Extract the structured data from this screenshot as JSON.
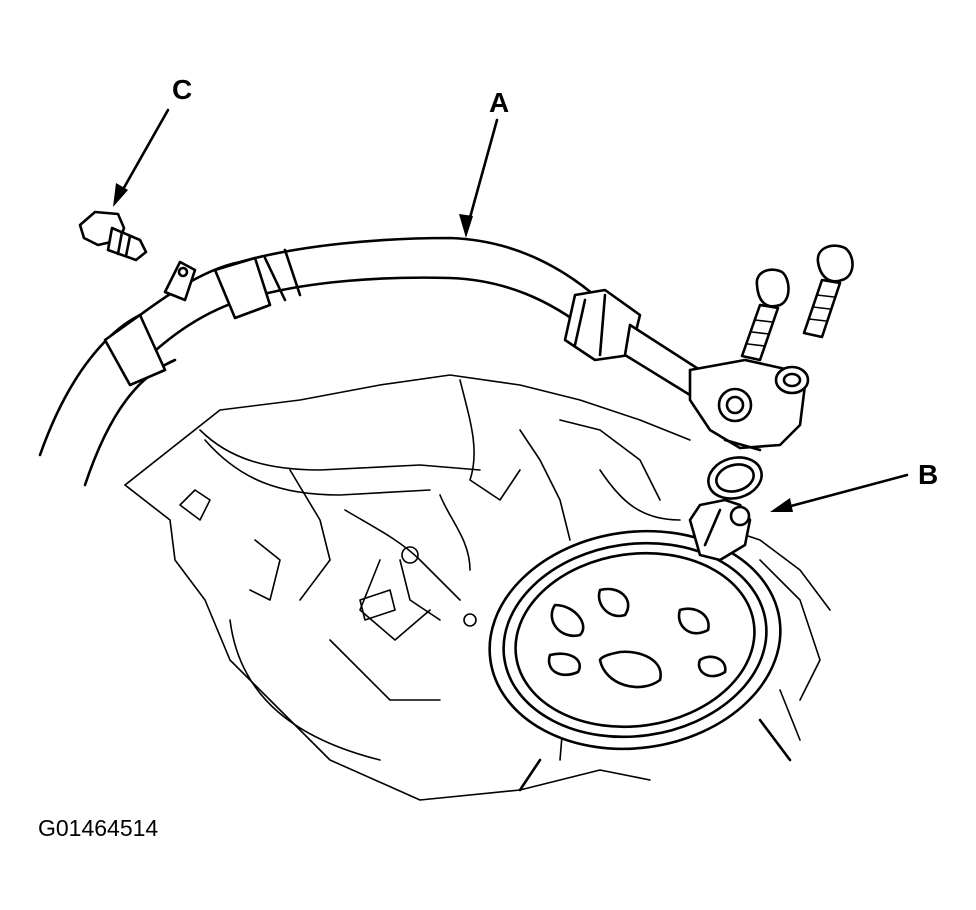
{
  "callouts": {
    "a": "A",
    "b": "B",
    "c": "C"
  },
  "figure_id": "G01464514",
  "colors": {
    "line": "#000000",
    "background": "#ffffff"
  }
}
